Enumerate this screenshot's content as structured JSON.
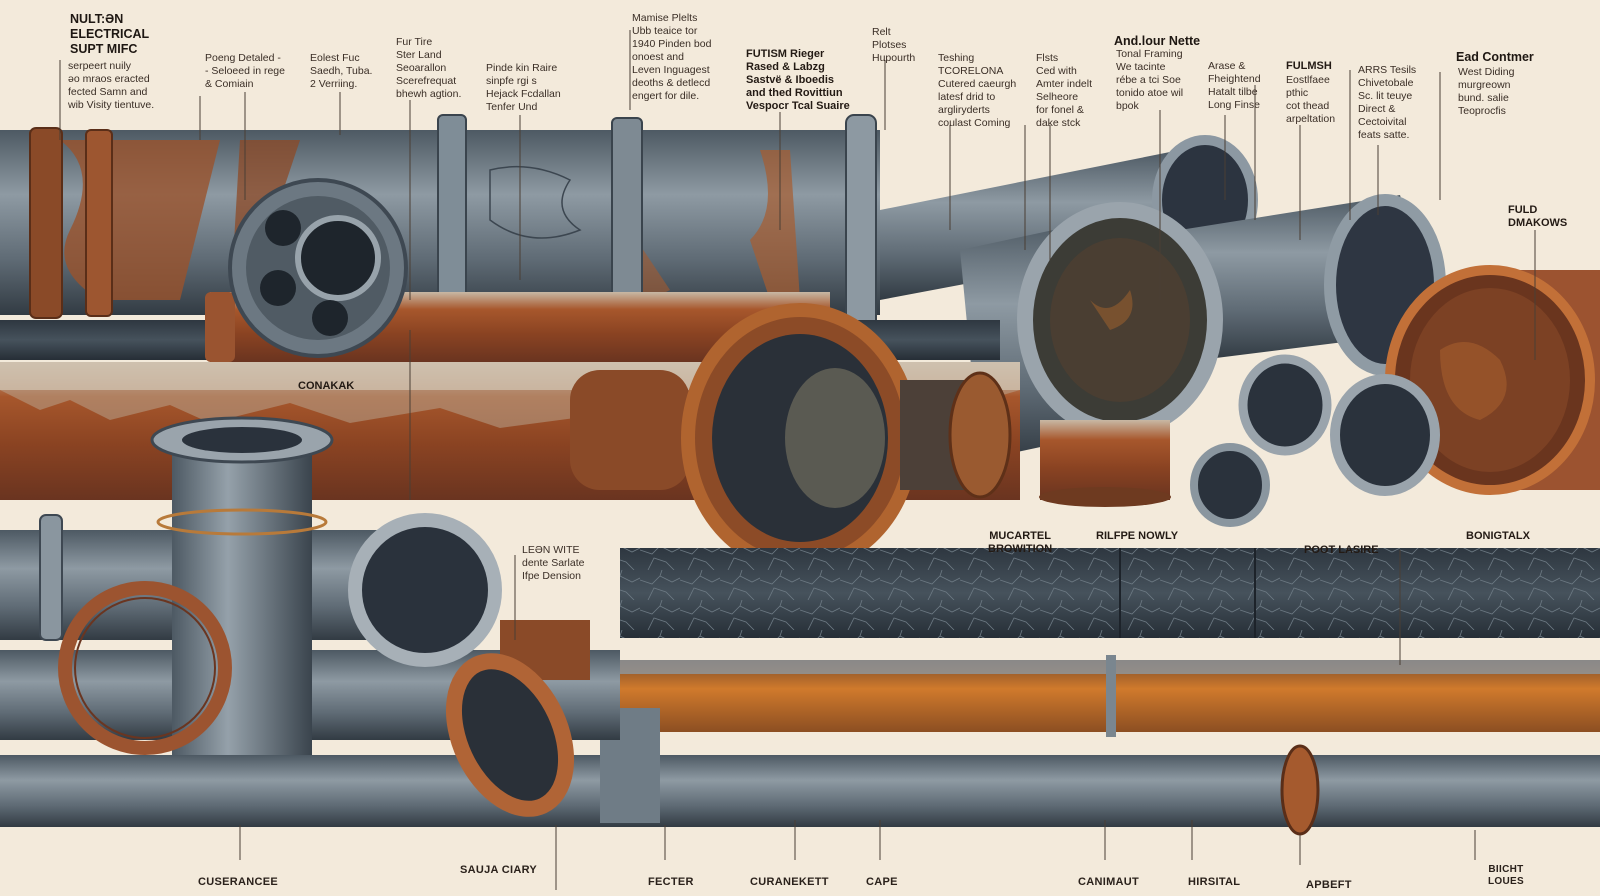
{
  "palette": {
    "paper": "#f3eadb",
    "steel": "#6e7d88",
    "steel_dark": "#3b4650",
    "rust": "#9a4f2a",
    "rust_light": "#c06a34",
    "orange": "#c9762a",
    "ink": "#2a211b"
  },
  "labels": {
    "l1": "NULT:ƏN\nELECTRICAL\nSUPT MIFC",
    "l1b": "serpeert nuily\nəo mraos eracted\nfected Samn and\nwib Visity tientuve.",
    "l2": "Poeng Detaled -\n- Seloeed in rege\n& Comiain",
    "l3": "Eolest Fuc\nSaedh, Tuba.\n2 Verriing.",
    "l4": "Fur Tire\nSter Land\nSeoarallon\nScerefrequat\nbhewh agtion.",
    "l5": "Pinde kin Raire\nsinpfe rgi s\nHejack Fcdallan\nTenfer Und",
    "l6": "Mamise Plelts\nUbb teaice tor\n1940 Pinden bod\nonoest and\nLeven Inguagest\ndeoths & detlecd\nengert for dile.",
    "l7": "FUTISM Rieger\nRased & Labzg\nSastvë & Iboedis\nand thed Rovittiun\nVespocr Tcal Suaire",
    "l8": "Relt\nPlotses\nHupourth",
    "l9": "Teshing\nTCORELONA\nCutered caeurgh\nlatesf drid to\nargliryderts\ncoulast Coming",
    "l10": "Flsts\nCed with\nAmter indelt\nSelheore\nfor fonel &\ndake stck",
    "l11h": "And.lour Nette",
    "l11": "Tonal Framing\nWe tacinte\nrébe a tci Soe\ntonido atoe wil\nbpok",
    "l12": "Arase &\nFheightend\nHatalt tilbe\nLong Finse",
    "l13h": "FULMSH",
    "l13": "Eostlfaee\npthic\ncot thead\narpeltation",
    "l14": "ARRS Tesils\nChivetobale\nSc. lit teuye\nDirect &\nCectoivital\nfeats satte.",
    "l15h": "Ead Contmer",
    "l15": "West Diding\nmurgreown\nbund. salie\nTeoprocfis",
    "l16": "FULD\nDMAKOWS",
    "mid_conakak": "CONAKAK",
    "mid_leon": "LEƏN WITE\ndente Sarlate\nIfpe Dension",
    "mid_mucartel": "MUCARTEL\nBROWITION",
    "mid_rilfpe": "RILFPE NOWLY",
    "mid_poot": "POOT LASIRE",
    "mid_bonig": "BONIGTALX"
  },
  "bottom": [
    "CUSERANCEE",
    "SAUJA CIARY",
    "FECTER",
    "CURANEKETT",
    "CAPE",
    "CANIMAUT",
    "HIRSITAL",
    "APBEFT",
    "BIICHT\nLOUES"
  ]
}
